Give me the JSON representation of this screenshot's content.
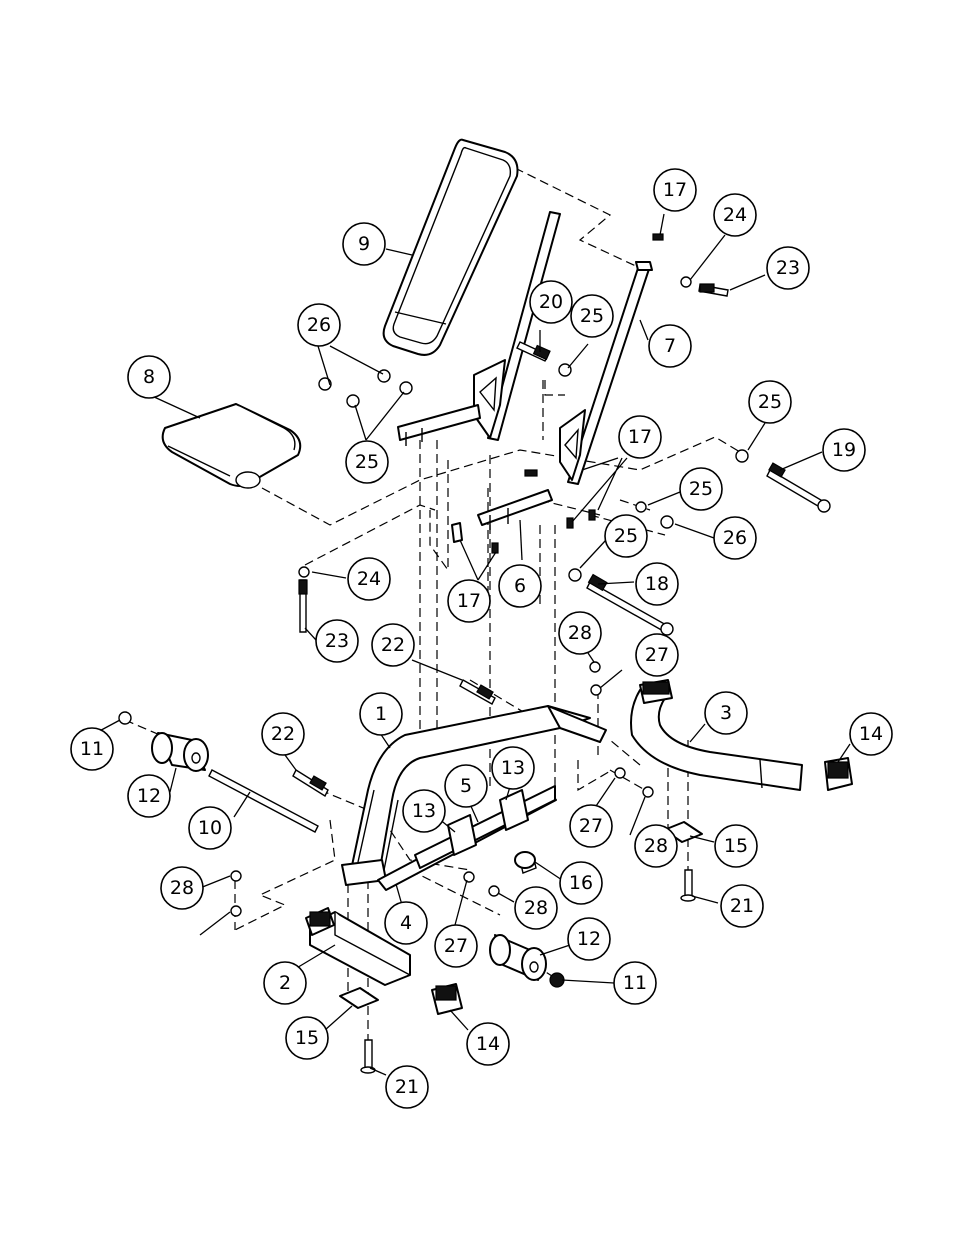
{
  "callouts": [
    {
      "label": "1"
    },
    {
      "label": "2"
    },
    {
      "label": "3"
    },
    {
      "label": "4"
    },
    {
      "label": "5"
    },
    {
      "label": "6"
    },
    {
      "label": "7"
    },
    {
      "label": "8"
    },
    {
      "label": "9"
    },
    {
      "label": "10"
    },
    {
      "label": "11"
    },
    {
      "label": "11"
    },
    {
      "label": "12"
    },
    {
      "label": "12"
    },
    {
      "label": "13"
    },
    {
      "label": "13"
    },
    {
      "label": "14"
    },
    {
      "label": "14"
    },
    {
      "label": "15"
    },
    {
      "label": "15"
    },
    {
      "label": "16"
    },
    {
      "label": "17"
    },
    {
      "label": "17"
    },
    {
      "label": "17"
    },
    {
      "label": "18"
    },
    {
      "label": "19"
    },
    {
      "label": "20"
    },
    {
      "label": "21"
    },
    {
      "label": "21"
    },
    {
      "label": "22"
    },
    {
      "label": "22"
    },
    {
      "label": "23"
    },
    {
      "label": "23"
    },
    {
      "label": "24"
    },
    {
      "label": "24"
    },
    {
      "label": "25"
    },
    {
      "label": "25"
    },
    {
      "label": "25"
    },
    {
      "label": "25"
    },
    {
      "label": "25"
    },
    {
      "label": "26"
    },
    {
      "label": "26"
    },
    {
      "label": "27"
    },
    {
      "label": "27"
    },
    {
      "label": "27"
    },
    {
      "label": "28"
    },
    {
      "label": "28"
    },
    {
      "label": "28"
    },
    {
      "label": "28"
    }
  ]
}
